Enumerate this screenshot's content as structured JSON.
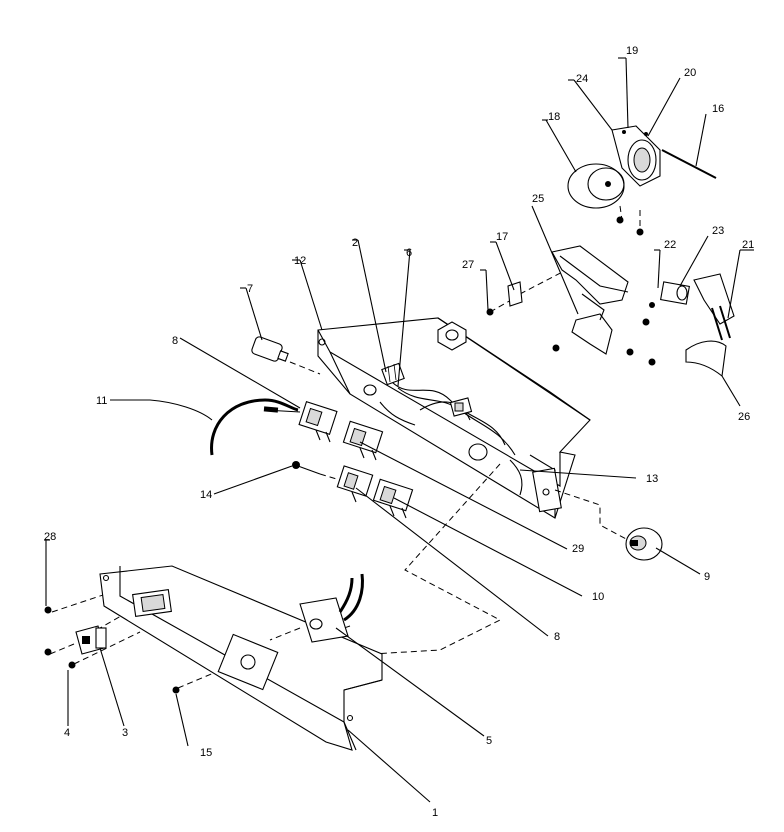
{
  "callouts": [
    "1",
    "2",
    "3",
    "4",
    "5",
    "6",
    "7",
    "8",
    "8",
    "9",
    "10",
    "11",
    "12",
    "13",
    "14",
    "15",
    "16",
    "17",
    "18",
    "19",
    "20",
    "21",
    "22",
    "23",
    "24",
    "25",
    "26",
    "27",
    "28",
    "29"
  ]
}
